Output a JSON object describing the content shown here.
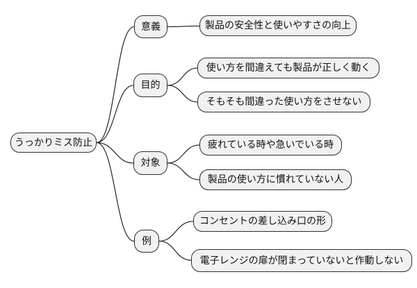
{
  "diagram": {
    "type": "mindmap",
    "root": {
      "label": "うっかりミス防止"
    },
    "branches": [
      {
        "label": "意義",
        "children": [
          "製品の安全性と使いやすさの向上"
        ]
      },
      {
        "label": "目的",
        "children": [
          "使い方を間違えても製品が正しく動く",
          "そもそも間違った使い方をさせない"
        ]
      },
      {
        "label": "対象",
        "children": [
          "疲れている時や急いでいる時",
          "製品の使い方に慣れていない人"
        ]
      },
      {
        "label": "例",
        "children": [
          "コンセントの差し込み口の形",
          "電子レンジの扉が閉まっていないと作動しない"
        ]
      }
    ],
    "colors": {
      "background": "#ffffff",
      "node_fill": "#f1f1f1",
      "node_border": "#2f2f2f",
      "line": "#333333",
      "text": "#111111"
    }
  }
}
